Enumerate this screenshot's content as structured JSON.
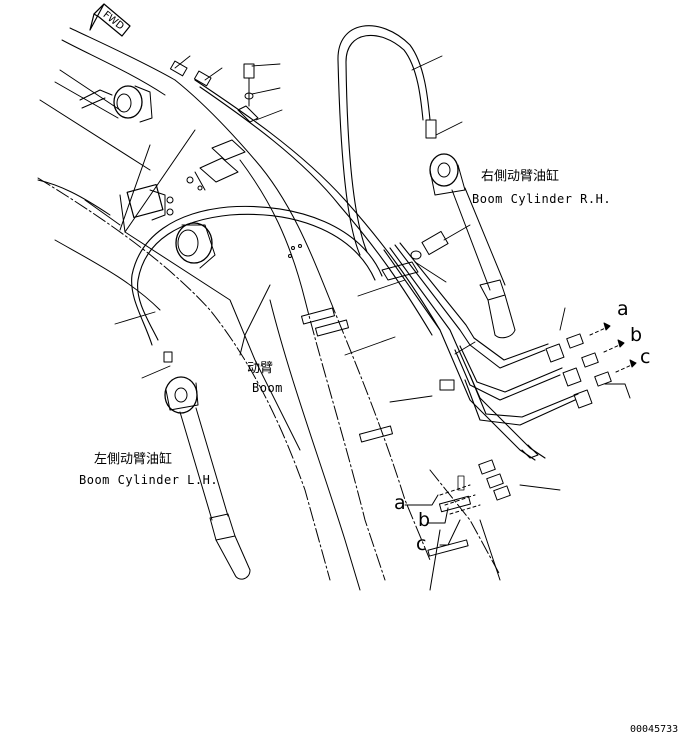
{
  "fwd_label": "FWD",
  "labels": {
    "boom_cylinder_rh_cn": "右側动臂油缸",
    "boom_cylinder_rh_en": "Boom Cylinder R.H.",
    "boom_cn": "动臂",
    "boom_en": "Boom",
    "boom_cylinder_lh_cn": "左側动臂油缸",
    "boom_cylinder_lh_en": "Boom Cylinder L.H."
  },
  "connection_letters": {
    "right": [
      "a",
      "b",
      "c"
    ],
    "left": [
      "a",
      "b",
      "c"
    ]
  },
  "document_id": "00045733"
}
